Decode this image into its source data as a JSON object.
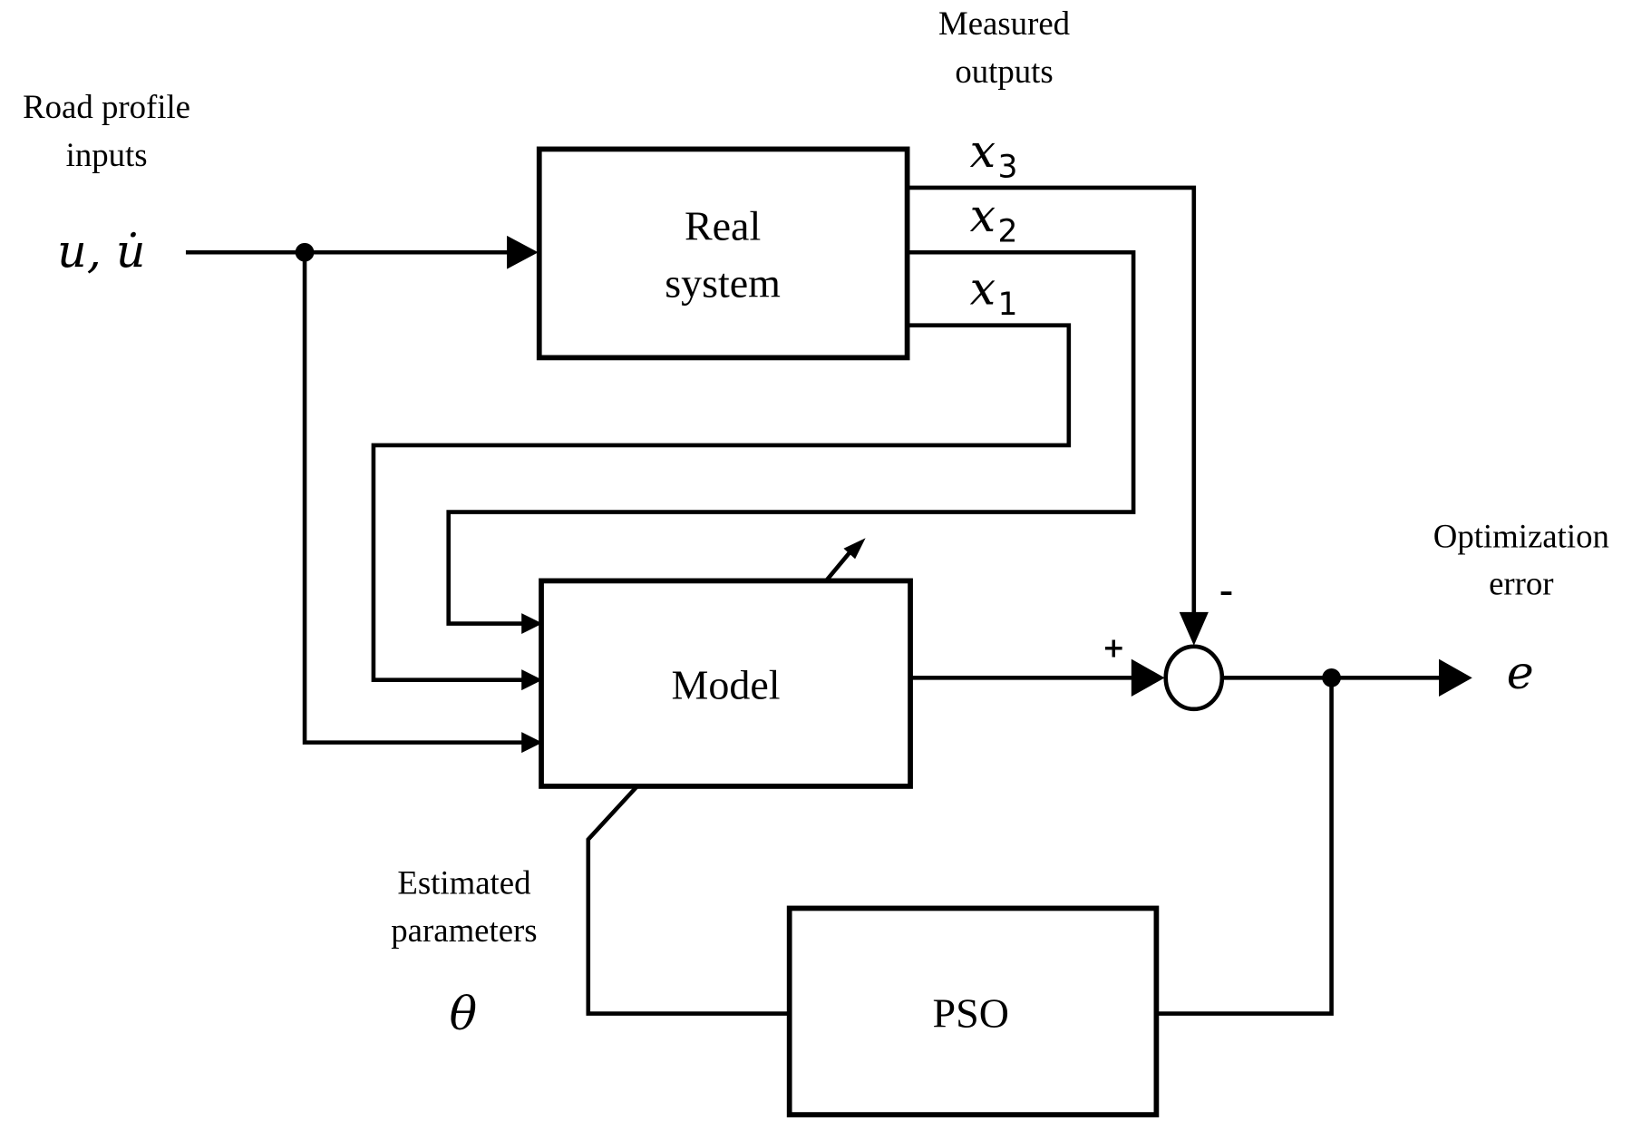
{
  "diagram": {
    "title": "PSO-based parameter estimation block diagram",
    "labels": {
      "road_profile_line1": "Road profile",
      "road_profile_line2": "inputs",
      "input_symbol": "u, u̇",
      "measured_line1": "Measured",
      "measured_line2": "outputs",
      "optimization_line1": "Optimization",
      "optimization_line2": "error",
      "error_symbol": "e",
      "estimated_line1": "Estimated",
      "estimated_line2": "parameters",
      "theta_symbol": "θ"
    },
    "blocks": {
      "real_system_line1": "Real",
      "real_system_line2": "system",
      "model": "Model",
      "pso": "PSO"
    },
    "outputs": [
      {
        "base": "x",
        "sub": "3"
      },
      {
        "base": "x",
        "sub": "2"
      },
      {
        "base": "x",
        "sub": "1"
      }
    ],
    "summing_junction": {
      "plus_sign": "+",
      "minus_sign": "–"
    }
  }
}
